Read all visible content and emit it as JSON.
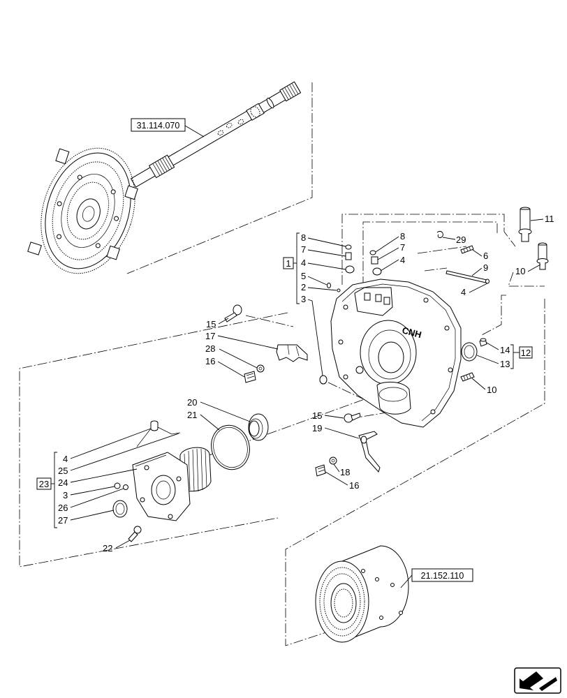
{
  "references": {
    "shaft_ref": "31.114.070",
    "clutch_ref": "21.152.110"
  },
  "groups": {
    "group_1": "1",
    "group_12": "12",
    "group_23": "23"
  },
  "callouts": [
    "8",
    "7",
    "4",
    "5",
    "2",
    "3",
    "8",
    "7",
    "4",
    "29",
    "6",
    "9",
    "4",
    "11",
    "10",
    "15",
    "17",
    "28",
    "16",
    "14",
    "13",
    "10",
    "20",
    "21",
    "15",
    "19",
    "18",
    "16",
    "4",
    "25",
    "24",
    "3",
    "26",
    "27",
    "22"
  ],
  "navigation": {
    "icon": "next-page-arrow-icon"
  }
}
